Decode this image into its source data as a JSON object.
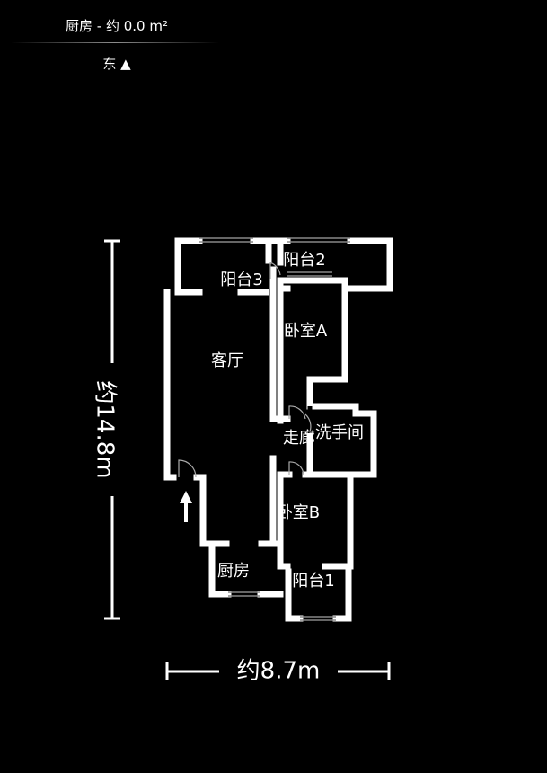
{
  "header": {
    "title": "厨房 - 约 0.0 m²",
    "compass": "东 ▲"
  },
  "colors": {
    "background": "#000000",
    "wall": "#ffffff",
    "window": "#888888"
  },
  "dimensions": {
    "height_label": "约14.8m",
    "width_label": "约8.7m"
  },
  "rooms": {
    "living_room": "客厅",
    "balcony_2": "阳台2",
    "balcony_3": "阳台3",
    "bedroom_a": "卧室A",
    "corridor": "走廊",
    "bathroom": "洗手间",
    "bedroom_b": "卧室B",
    "kitchen": "厨房",
    "balcony_1": "阳台1"
  },
  "entrance_icon": "arrow-up-icon"
}
